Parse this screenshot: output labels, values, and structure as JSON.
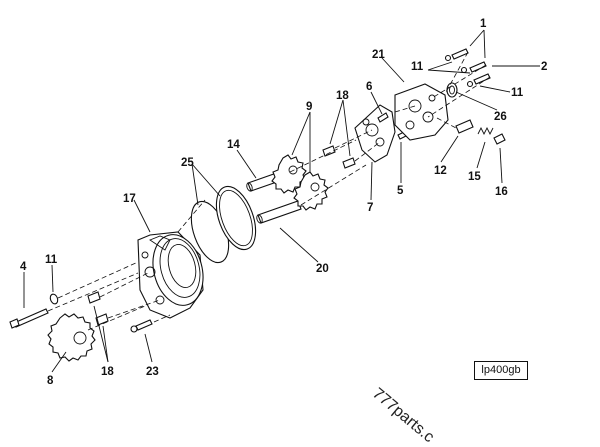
{
  "figure": {
    "callouts": [
      {
        "id": "c1",
        "text": "1"
      },
      {
        "id": "c2",
        "text": "2"
      },
      {
        "id": "c11a",
        "text": "11"
      },
      {
        "id": "c11b",
        "text": "11"
      },
      {
        "id": "c21",
        "text": "21"
      },
      {
        "id": "c6",
        "text": "6"
      },
      {
        "id": "c26",
        "text": "26"
      },
      {
        "id": "c18a",
        "text": "18"
      },
      {
        "id": "c9",
        "text": "9"
      },
      {
        "id": "c12",
        "text": "12"
      },
      {
        "id": "c15",
        "text": "15"
      },
      {
        "id": "c16",
        "text": "16"
      },
      {
        "id": "c5",
        "text": "5"
      },
      {
        "id": "c7",
        "text": "7"
      },
      {
        "id": "c14",
        "text": "14"
      },
      {
        "id": "c25",
        "text": "25"
      },
      {
        "id": "c17",
        "text": "17"
      },
      {
        "id": "c20",
        "text": "20"
      },
      {
        "id": "c4",
        "text": "4"
      },
      {
        "id": "c11c",
        "text": "11"
      },
      {
        "id": "c8",
        "text": "8"
      },
      {
        "id": "c18b",
        "text": "18"
      },
      {
        "id": "c23",
        "text": "23"
      }
    ],
    "reference_code": "lp400gb",
    "watermark": "777parts.c"
  }
}
